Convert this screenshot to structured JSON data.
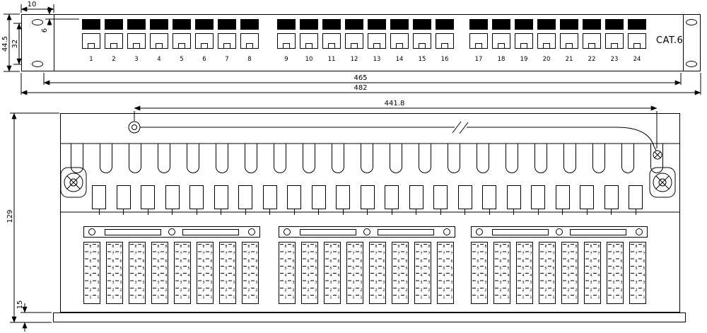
{
  "meta": {
    "standard_label": "CAT.6",
    "line_color": "#000000",
    "paper_color": "#ffffff"
  },
  "front_view": {
    "ports": [
      "1",
      "2",
      "3",
      "4",
      "5",
      "6",
      "7",
      "8",
      "9",
      "10",
      "11",
      "12",
      "13",
      "14",
      "15",
      "16",
      "17",
      "18",
      "19",
      "20",
      "21",
      "22",
      "23",
      "24"
    ],
    "ports_per_group": 8,
    "groups": 3,
    "dims": {
      "ear_width": "10",
      "panel_height": "44.5",
      "inner_height": "32",
      "port_top_offset": "6",
      "mounting_span": "465",
      "overall_width": "482"
    }
  },
  "rear_view": {
    "dims": {
      "ground_wire_span": "441.8",
      "panel_height": "129",
      "flange_height": "15"
    },
    "idc_pin_digits": "87654321",
    "groups": 3,
    "blocks_per_group": 8
  }
}
